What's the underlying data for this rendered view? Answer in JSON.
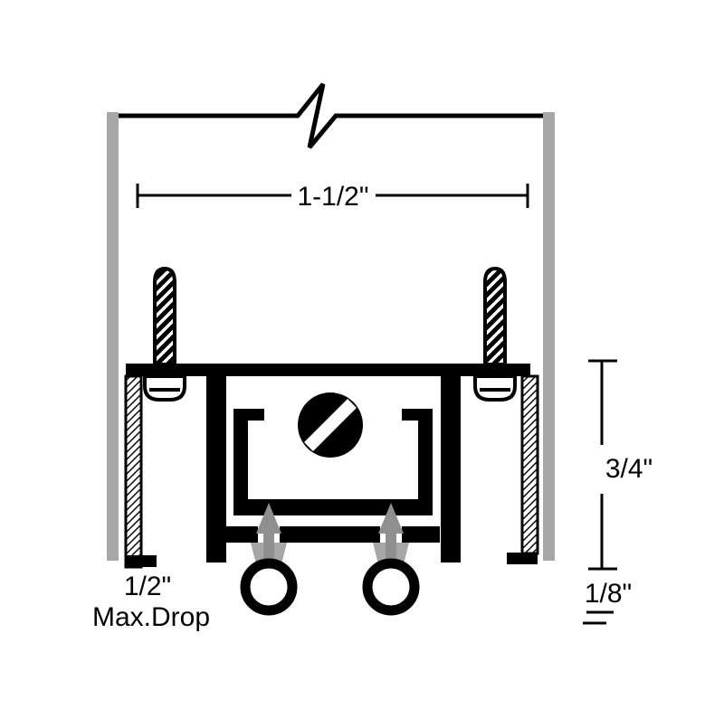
{
  "diagram": {
    "type": "door-bottom-seal-cross-section",
    "labels": {
      "width_dim": "1-1/2\"",
      "height_dim": "3/4\"",
      "gap_dim": "1/8\"",
      "drop_value": "1/2\"",
      "drop_label": "Max.Drop"
    },
    "colors": {
      "line": "#000000",
      "door_gray": "#a6a6a6",
      "arrow_gray": "#8f8f8f",
      "background": "#ffffff"
    }
  }
}
